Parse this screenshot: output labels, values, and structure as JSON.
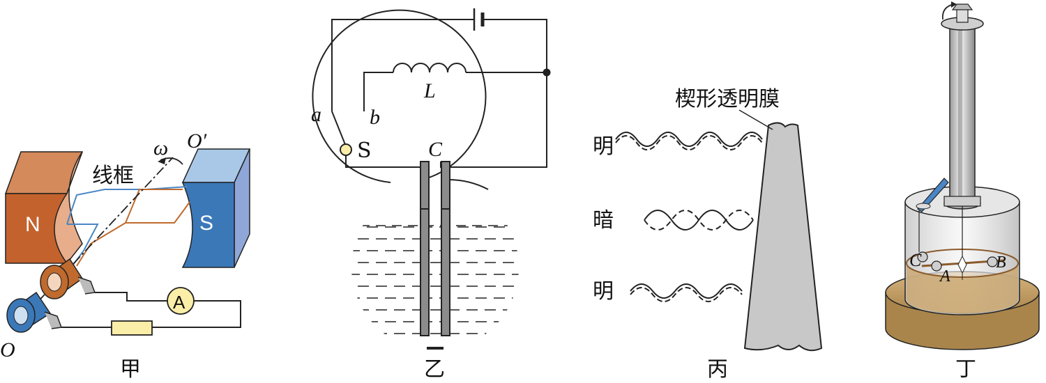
{
  "panel_jia": {
    "caption": "甲",
    "pole_north": "N",
    "pole_south": "S",
    "frame_label": "线框",
    "omega": "ω",
    "axis_end": "O′",
    "axis_start": "O",
    "ammeter": "A",
    "colors": {
      "north": "#c4622d",
      "north_face": "#e8ad8a",
      "south": "#3b78b8",
      "south_face": "#a9c8e8",
      "wire_blue": "#4a86c5",
      "wire_orange": "#c06a2e",
      "meter": "#fbeea8",
      "resistor": "#fbeea8"
    }
  },
  "panel_yi": {
    "caption": "乙",
    "switch_a": "a",
    "switch_b": "b",
    "switch": "S",
    "inductor": "L",
    "capacitor": "C"
  },
  "panel_bing": {
    "caption": "丙",
    "film_label": "楔形透明膜",
    "bright_top": "明",
    "dark": "暗",
    "bright_bottom": "明",
    "film_color": "#c8c8c8"
  },
  "panel_ding": {
    "caption": "丁",
    "ball_c": "C",
    "ball_a": "A",
    "ball_b": "B",
    "base_color": "#c9a46a"
  }
}
